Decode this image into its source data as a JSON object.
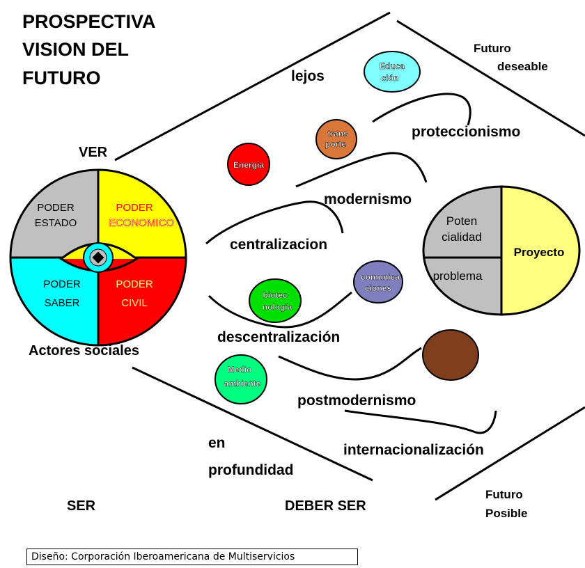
{
  "title": [
    "PROSPECTIVA",
    "VISION DEL",
    "FUTURO"
  ],
  "labels": {
    "ver": "VER",
    "actores": "Actores sociales",
    "ser": "SER",
    "deber_ser": "DEBER SER",
    "en": "en",
    "profundidad": "profundidad",
    "lejos": "lejos",
    "futuro_deseable": [
      "Futuro",
      "deseable"
    ],
    "futuro_posible": [
      "Futuro",
      "Posible"
    ]
  },
  "poderes": {
    "estado": [
      "PODER",
      "ESTADO"
    ],
    "economico": [
      "PODER",
      "ECONOMICO"
    ],
    "saber": [
      "PODER",
      "SABER"
    ],
    "civil": [
      "PODER",
      "CIVIL"
    ]
  },
  "trends": {
    "proteccionismo": "proteccionismo",
    "modernismo": "modernismo",
    "centralizacion": "centralizacion",
    "descentralizacion": "descentralización",
    "postmodernismo": "postmodernismo",
    "internacionalizacion": "internacionalización"
  },
  "bubbles": {
    "educacion": [
      "Educa",
      "ción"
    ],
    "transporte": [
      "trans",
      "porte"
    ],
    "energia": [
      "Energia"
    ],
    "comunicaciones": [
      "comunica",
      "ciones"
    ],
    "biotecnologia": [
      "biotec",
      "nología"
    ],
    "medio_ambiente": [
      "Medio",
      "ambiente"
    ]
  },
  "proyecto_circle": {
    "potencialidad": [
      "Poten",
      "cialidad"
    ],
    "problema": "problema",
    "proyecto": "Proyecto"
  },
  "credit": "Diseño: Corporación Iberoamericana de Multiservicios",
  "colors": {
    "gray": "#c0c0c0",
    "yellow": "#ffff00",
    "cyan": "#00ffff",
    "red": "#ff0000",
    "light_yellow": "#ffff80",
    "energia_red": "#ff0000",
    "educacion_cyan": "#7fffff",
    "transporte_orange": "#d9773a",
    "comunicaciones_purple": "#7f7fc0",
    "biotecnologia_green": "#00e000",
    "medio_ambiente_green": "#00ff80",
    "brown": "#7f3f1f"
  }
}
